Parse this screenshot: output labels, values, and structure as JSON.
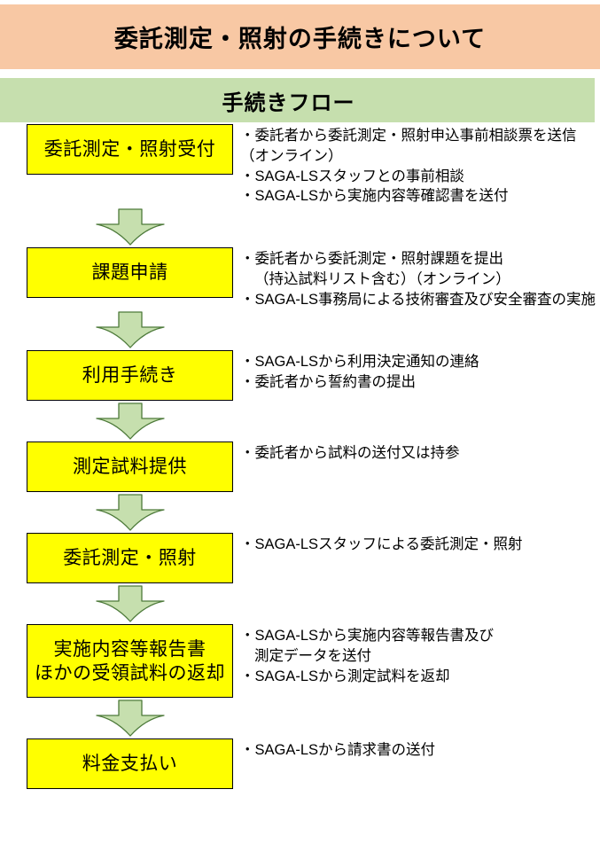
{
  "header": {
    "title": "委託測定・照射の手続きについて",
    "title_bg": "#F8C8A4",
    "section_label": "手続きフロー",
    "section_bg": "#C6DFAE"
  },
  "colors": {
    "box_fill": "#FFFF00",
    "box_border": "#000000",
    "arrow_fill": "#C6DFAE",
    "arrow_stroke": "#4D7A3A",
    "text": "#000000"
  },
  "flow": {
    "arrow_icon": "down-arrow-icon",
    "steps": [
      {
        "box_lines": [
          "委託測定・照射受付"
        ],
        "bullets": [
          {
            "text": "・委託者から委託測定・照射申込事前相談票を送信",
            "indent": false
          },
          {
            "text": "（オンライン）",
            "indent": false
          },
          {
            "text": "・SAGA-LSスタッフとの事前相談",
            "indent": false
          },
          {
            "text": "・SAGA-LSから実施内容等確認書を送付",
            "indent": false
          }
        ]
      },
      {
        "box_lines": [
          "課題申請"
        ],
        "bullets": [
          {
            "text": "・委託者から委託測定・照射課題を提出",
            "indent": false
          },
          {
            "text": "（持込試料リスト含む）（オンライン）",
            "indent": true
          },
          {
            "text": "・SAGA-LS事務局による技術審査及び安全審査の実施",
            "indent": false
          }
        ]
      },
      {
        "box_lines": [
          "利用手続き"
        ],
        "bullets": [
          {
            "text": "・SAGA-LSから利用決定通知の連絡",
            "indent": false
          },
          {
            "text": "・委託者から誓約書の提出",
            "indent": false
          }
        ]
      },
      {
        "box_lines": [
          "測定試料提供"
        ],
        "bullets": [
          {
            "text": "・委託者から試料の送付又は持参",
            "indent": false
          }
        ]
      },
      {
        "box_lines": [
          "委託測定・照射"
        ],
        "bullets": [
          {
            "text": "・SAGA-LSスタッフによる委託測定・照射",
            "indent": false
          }
        ]
      },
      {
        "box_lines": [
          "実施内容等報告書",
          "ほかの受領試料の返却"
        ],
        "bullets": [
          {
            "text": "・SAGA-LSから実施内容等報告書及び",
            "indent": false
          },
          {
            "text": "測定データを送付",
            "indent": true
          },
          {
            "text": "・SAGA-LSから測定試料を返却",
            "indent": false
          }
        ]
      },
      {
        "box_lines": [
          "料金支払い"
        ],
        "bullets": [
          {
            "text": "・SAGA-LSから請求書の送付",
            "indent": false
          }
        ]
      }
    ]
  }
}
